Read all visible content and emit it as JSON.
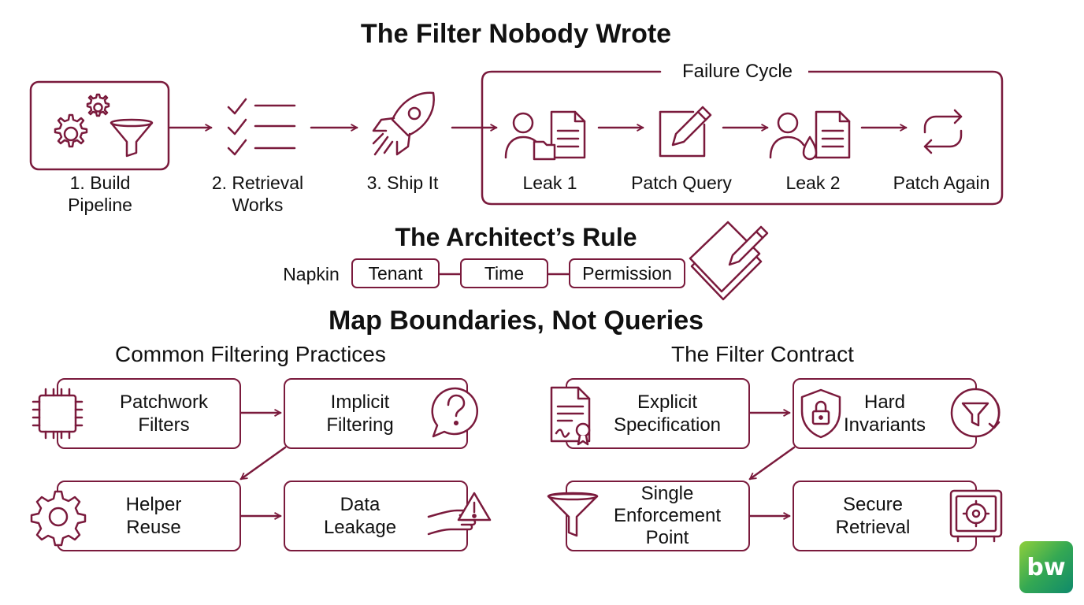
{
  "title": "The Filter Nobody Wrote",
  "pipeline": {
    "step1": [
      "1. Build",
      "Pipeline"
    ],
    "step2": [
      "2. Retrieval",
      "Works"
    ],
    "step3": "3. Ship It"
  },
  "failure_cycle": {
    "title": "Failure Cycle",
    "items": [
      "Leak 1",
      "Patch Query",
      "Leak 2",
      "Patch Again"
    ]
  },
  "architects_rule": {
    "title": "The Architect’s Rule",
    "napkin_label": "Napkin",
    "boundaries": [
      "Tenant",
      "Time",
      "Permission"
    ]
  },
  "map_title": "Map Boundaries, Not Queries",
  "common_practices": {
    "title": "Common Filtering Practices",
    "items": [
      [
        "Patchwork",
        "Filters"
      ],
      [
        "Implicit",
        "Filtering"
      ],
      [
        "Helper",
        "Reuse"
      ],
      [
        "Data",
        "Leakage"
      ]
    ]
  },
  "filter_contract": {
    "title": "The Filter Contract",
    "items": [
      [
        "Explicit",
        "Specification"
      ],
      [
        "Hard",
        "Invariants"
      ],
      [
        "Single",
        "Enforcement",
        "Point"
      ],
      [
        "Secure",
        "Retrieval"
      ]
    ]
  },
  "logo_text": "bw",
  "colors": {
    "accent": "#7a1a3c",
    "text": "#111111",
    "logo_green": "#34a853"
  }
}
